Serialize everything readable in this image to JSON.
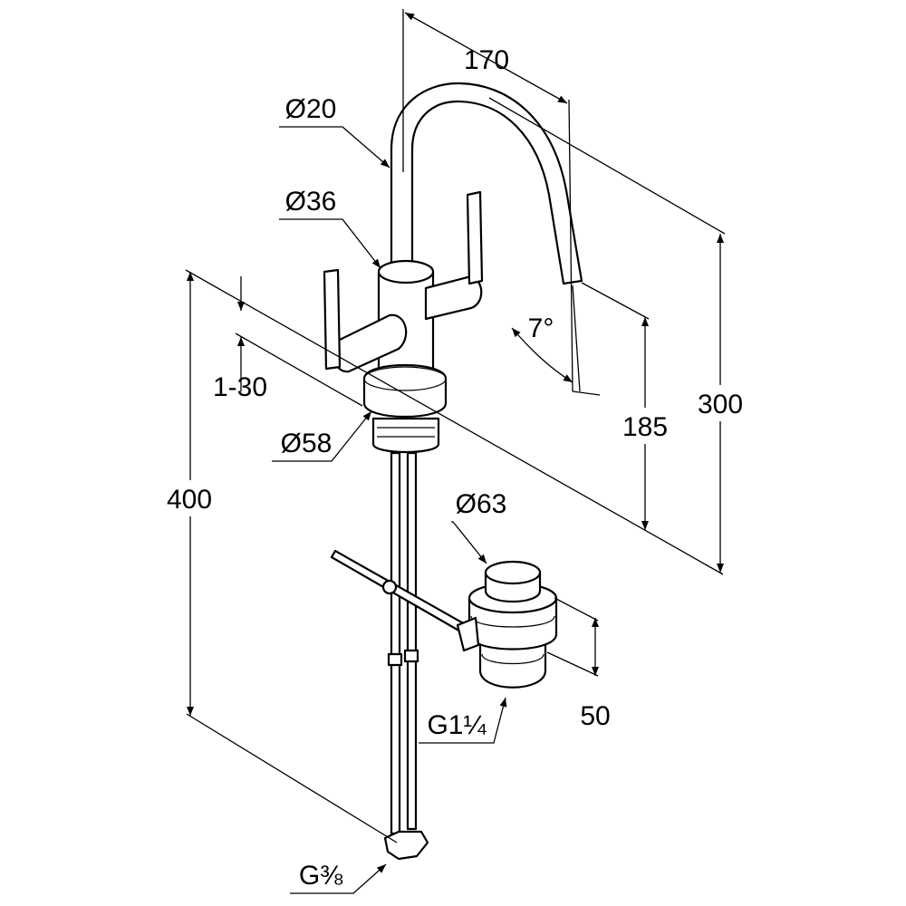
{
  "drawing": {
    "title": "Single-hole mixer tap with pop-up waste – dimension drawing",
    "labels": {
      "spout_reach": "170",
      "spout_diameter": "Ø20",
      "body_diameter": "Ø36",
      "spout_angle": "7°",
      "outlet_height": "185",
      "total_height": "300",
      "deck_thickness": "1-30",
      "hose_length": "400",
      "base_diameter": "Ø58",
      "waste_diameter": "Ø63",
      "waste_height": "50",
      "waste_thread": "G1¼",
      "supply_thread": "G⅜"
    }
  }
}
